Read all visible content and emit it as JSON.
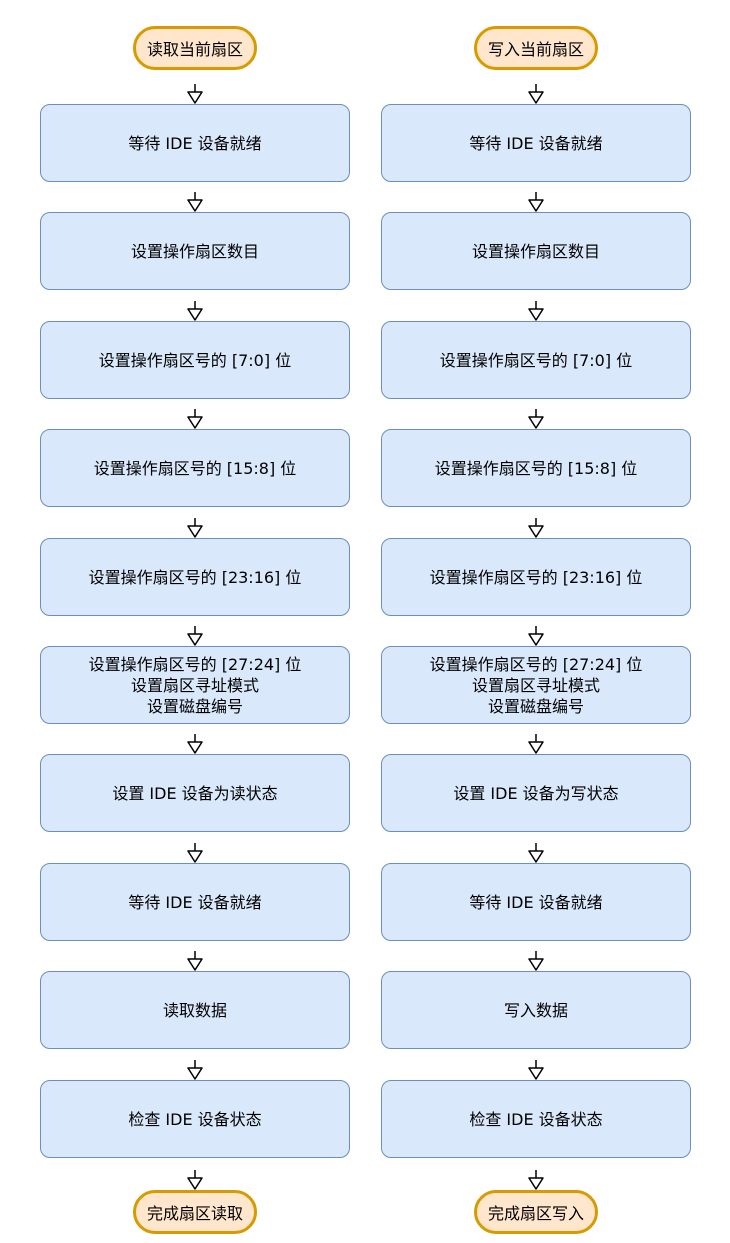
{
  "flows": [
    {
      "start": "读取当前扇区",
      "steps": [
        [
          "等待 IDE 设备就绪"
        ],
        [
          "设置操作扇区数目"
        ],
        [
          "设置操作扇区号的 [7:0] 位"
        ],
        [
          "设置操作扇区号的 [15:8] 位"
        ],
        [
          "设置操作扇区号的 [23:16] 位"
        ],
        [
          "设置操作扇区号的 [27:24] 位",
          "设置扇区寻址模式",
          "设置磁盘编号"
        ],
        [
          "设置 IDE 设备为读状态"
        ],
        [
          "等待 IDE 设备就绪"
        ],
        [
          "读取数据"
        ],
        [
          "检查 IDE 设备状态"
        ]
      ],
      "end": "完成扇区读取"
    },
    {
      "start": "写入当前扇区",
      "steps": [
        [
          "等待 IDE 设备就绪"
        ],
        [
          "设置操作扇区数目"
        ],
        [
          "设置操作扇区号的 [7:0] 位"
        ],
        [
          "设置操作扇区号的 [15:8] 位"
        ],
        [
          "设置操作扇区号的 [23:16] 位"
        ],
        [
          "设置操作扇区号的 [27:24] 位",
          "设置扇区寻址模式",
          "设置磁盘编号"
        ],
        [
          "设置 IDE 设备为写状态"
        ],
        [
          "等待 IDE 设备就绪"
        ],
        [
          "写入数据"
        ],
        [
          "检查 IDE 设备状态"
        ]
      ],
      "end": "完成扇区写入"
    }
  ],
  "colors": {
    "terminal_fill": "#ffe6cc",
    "terminal_stroke": "#d79b00",
    "step_fill": "#dae8fc",
    "step_stroke": "#6c8ebf",
    "connector": "#000000"
  }
}
